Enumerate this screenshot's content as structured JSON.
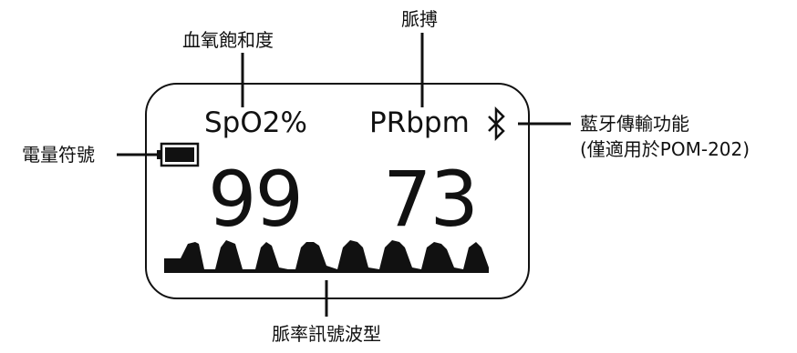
{
  "callouts": {
    "spo2": "血氧飽和度",
    "pulse": "脈搏",
    "bluetooth_line1": "藍牙傳輸功能",
    "bluetooth_line2": "(僅適用於POM-202)",
    "battery": "電量符號",
    "waveform": "脈率訊號波型"
  },
  "display": {
    "spo2_label": "SpO2%",
    "pr_label": "PRbpm",
    "spo2_value": "99",
    "pr_value": "73"
  },
  "icons": {
    "bluetooth": "bluetooth-icon",
    "battery": "battery-icon"
  },
  "colors": {
    "ink": "#111111",
    "background": "#ffffff"
  }
}
